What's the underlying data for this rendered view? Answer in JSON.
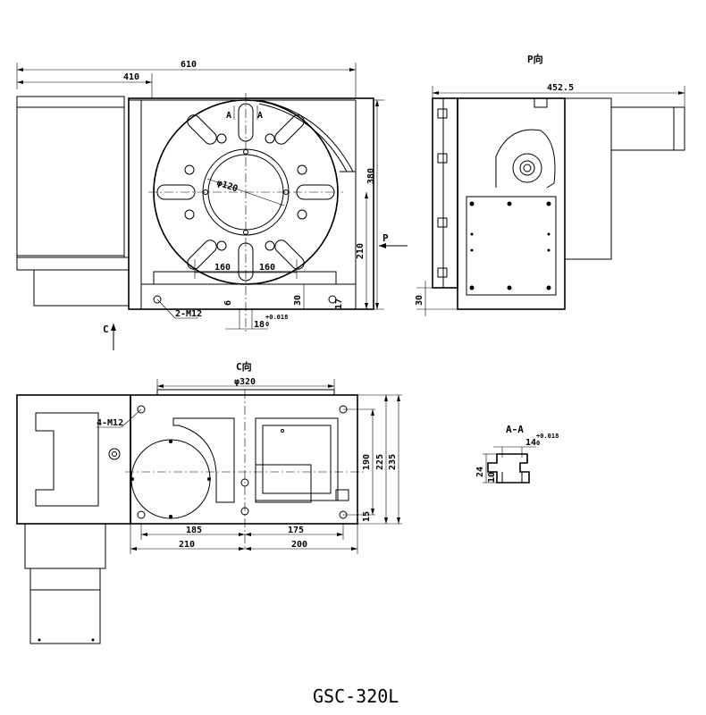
{
  "title": "GSC-320L",
  "views": {
    "top": {
      "dims": {
        "overall_width": "610",
        "left_width": "410",
        "height_380": "380",
        "height_210": "210",
        "slot_left": "160",
        "slot_right": "160",
        "bottom_30": "30",
        "bottom_6": "6",
        "right_17": "17",
        "key_width": "18",
        "key_tol_upper": "+0.018",
        "key_tol_lower": "0",
        "bore_dia": "φ120",
        "holes": "2-M12",
        "section_mark_left": "A",
        "section_mark_right": "A"
      },
      "arrow_p": "P",
      "arrow_c": "C"
    },
    "p_view": {
      "title": "P向",
      "dims": {
        "width": "452.5",
        "offset_30": "30"
      }
    },
    "c_view": {
      "title": "C向",
      "dims": {
        "table_dia": "φ320",
        "holes": "4-M12",
        "h190": "190",
        "h225": "225",
        "h235": "235",
        "w185": "185",
        "w175": "175",
        "w210": "210",
        "w200": "200",
        "h15": "15"
      }
    },
    "section_aa": {
      "title": "A-A",
      "dims": {
        "slot_width": "14",
        "slot_tol_upper": "+0.018",
        "slot_tol_lower": "0",
        "depth_24": "24",
        "depth_10": "10"
      }
    }
  }
}
